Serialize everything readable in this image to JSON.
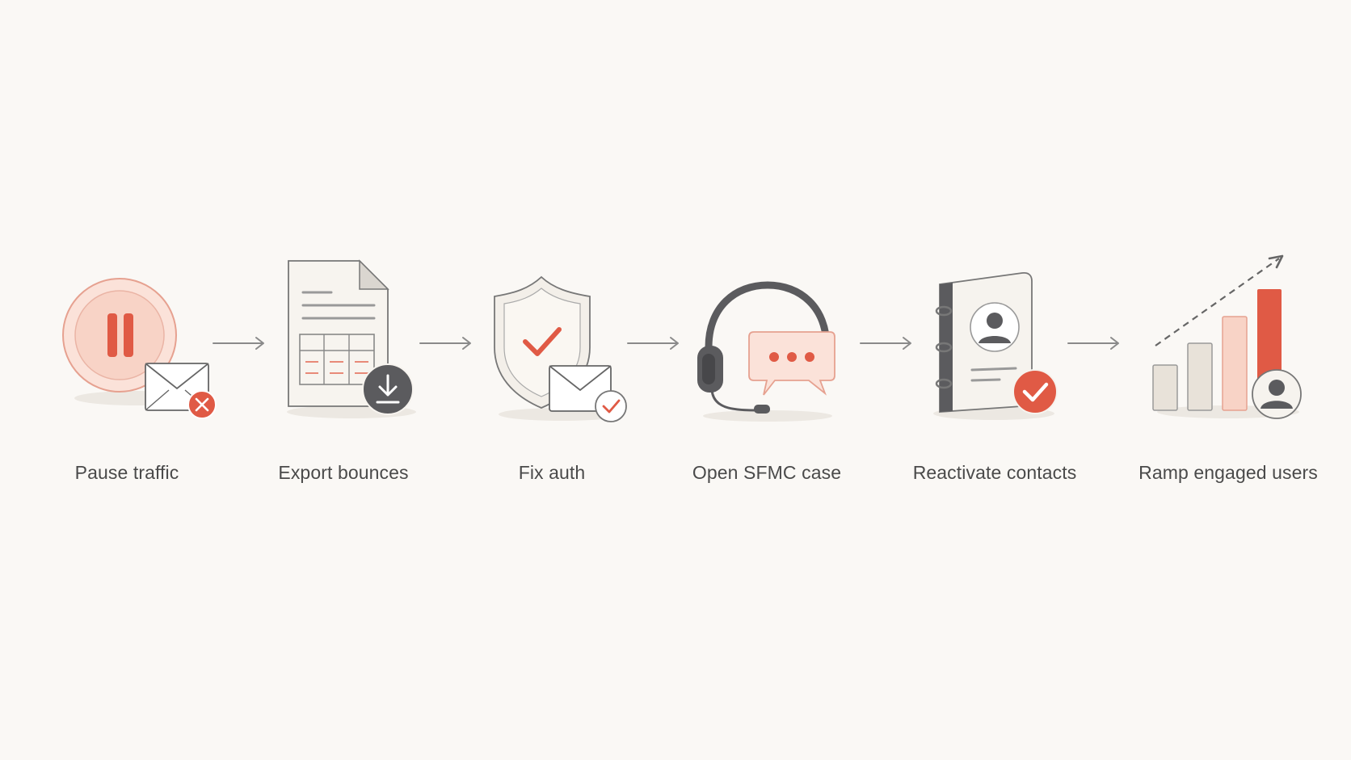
{
  "diagram": {
    "steps": [
      {
        "label": "Pause traffic",
        "icon": "pause-with-blocked-mail-icon"
      },
      {
        "label": "Export bounces",
        "icon": "spreadsheet-download-icon"
      },
      {
        "label": "Fix auth",
        "icon": "shield-check-mail-icon"
      },
      {
        "label": "Open SFMC case",
        "icon": "headset-chat-icon"
      },
      {
        "label": "Reactivate contacts",
        "icon": "contact-book-check-icon"
      },
      {
        "label": "Ramp engaged users",
        "icon": "growth-chart-user-icon"
      }
    ],
    "colors": {
      "accent": "#e05a45",
      "accent_light": "#f8d3c6",
      "dark": "#5b5b5e",
      "stroke": "#8a8a8a",
      "paper": "#f6f3ee",
      "background": "#faf8f5"
    }
  }
}
